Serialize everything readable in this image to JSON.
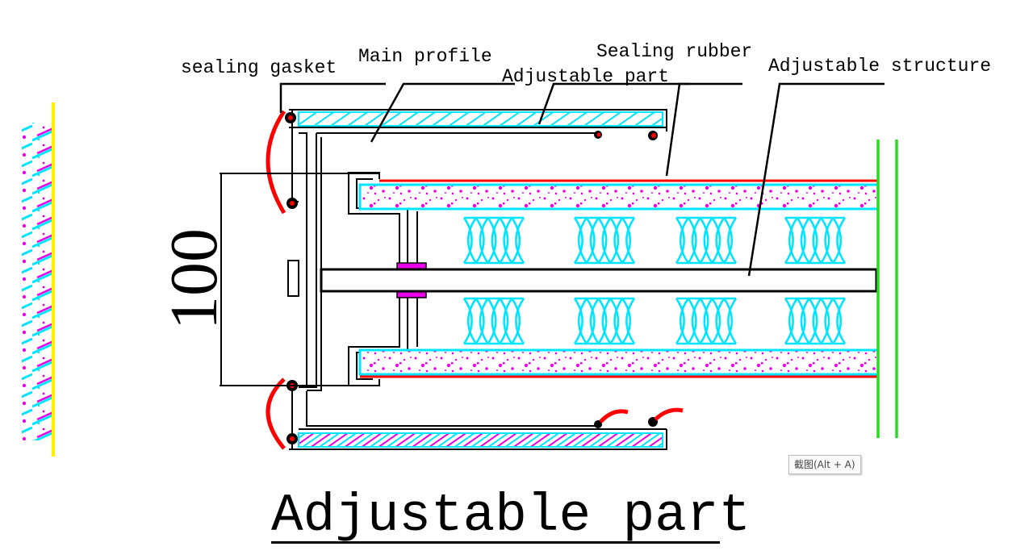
{
  "labels": {
    "sealing_gasket": "sealing gasket",
    "main_profile": "Main profile",
    "sealing_rubber": "Sealing rubber",
    "adjustable_part": "Adjustable part",
    "adjustable_structure": "Adjustable structure"
  },
  "dimension": {
    "value": "100"
  },
  "tooltip": {
    "text": "截图(Alt + A)"
  },
  "caption": {
    "title": "Adjustable part"
  },
  "colors": {
    "wall_yellow": "#ffee00",
    "cyan": "#00e5ff",
    "magenta": "#e800e8",
    "red": "#ff0000",
    "green": "#22dd22",
    "line": "#000000"
  }
}
